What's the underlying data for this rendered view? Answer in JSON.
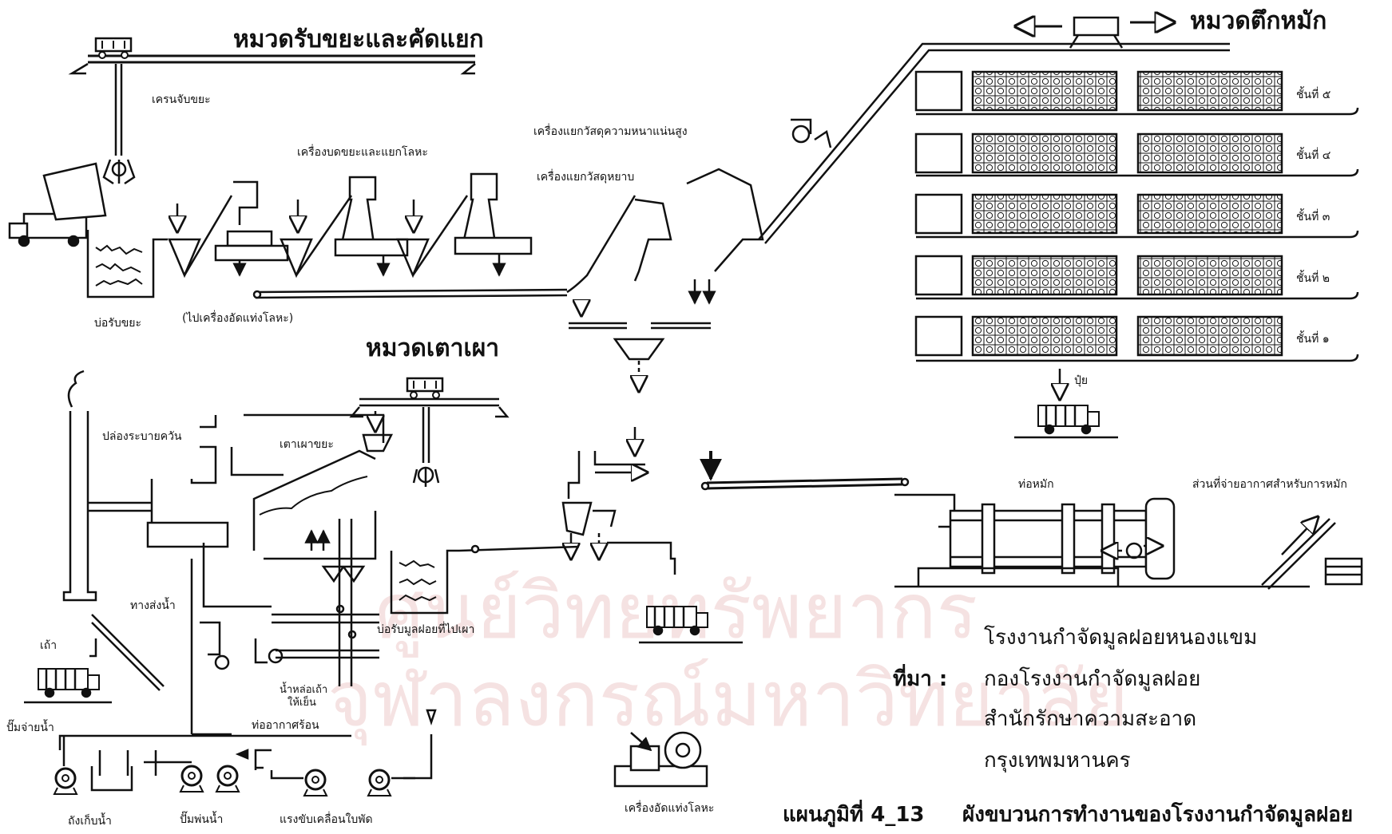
{
  "sections": {
    "receiving": "หมวดรับขยะและคัดแยก",
    "composting": "หมวดตึกหมัก",
    "incinerator": "หมวดเตาเผา"
  },
  "labels": {
    "crane": "เครนจับขยะ",
    "shredder": "เครื่องบดขยะและแยกโลหะ",
    "high_density_separator": "เครื่องแยกวัสดุความหนาแน่นสูง",
    "coarse_separator": "เครื่องแยกวัสดุหยาบ",
    "receiving_pit": "บ่อรับขยะ",
    "to_metal_press": "(ไปเครื่องอัดแท่งโลหะ)",
    "fertilizer": "ปุ๋ย",
    "floors": [
      "ชั้นที่ ๕",
      "ชั้นที่ ๔",
      "ชั้นที่ ๓",
      "ชั้นที่ ๒",
      "ชั้นที่ ๑"
    ],
    "chimney": "ปล่องระบายควัน",
    "incinerator_furnace": "เตาเผาขยะ",
    "water_channel": "ทางส่งน้ำ",
    "ash": "เถ้า",
    "water_pump": "ปั๊มจ่ายน้ำ",
    "water_tank": "ถังเก็บน้ำ",
    "spray_pump": "ปั๊มพ่นน้ำ",
    "fan_drive": "แรงขับเคลื่อนใบพัด",
    "ash_cooling_water_1": "น้ำหล่อเถ้า",
    "ash_cooling_water_2": "ให้เย็น",
    "hot_air_duct": "ท่ออากาศร้อน",
    "burnable_pit": "บ่อรับมูลฝอยที่ไปเผา",
    "metal_press": "เครื่องอัดแท่งโลหะ",
    "compost_pipe": "ท่อหมัก",
    "air_supply": "ส่วนที่จ่ายอากาศสำหรับการหมัก"
  },
  "caption": {
    "plant_name": "โรงงานกำจัดมูลฝอยหนองแขม",
    "source_label": "ที่มา :",
    "source_lines": [
      "กองโรงงานกำจัดมูลฝอย",
      "สำนักรักษาความสะอาด",
      "กรุงเทพมหานคร"
    ]
  },
  "figure": {
    "number": "แผนภูมิที่ 4_13",
    "title": "ผังขบวนการทำงานของโรงงานกำจัดมูลฝอย"
  },
  "watermark": {
    "line1": "ศูนย์วิทยทรัพยากร",
    "line2": "จุฬาลงกรณ์มหาวิทยาลัย"
  }
}
